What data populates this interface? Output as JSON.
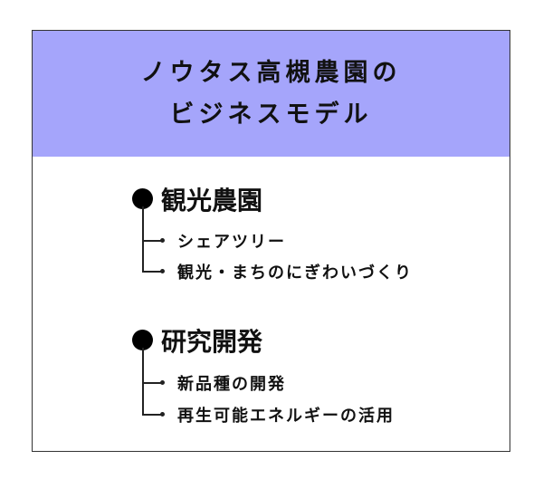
{
  "title_lines": [
    "ノウタス高槻農園の",
    "ビジネスモデル"
  ],
  "sections": [
    {
      "heading": "観光農園",
      "items": [
        "シェアツリー",
        "観光・まちのにぎわいづくり"
      ]
    },
    {
      "heading": "研究開発",
      "items": [
        "新品種の開発",
        "再生可能エネルギーの活用"
      ]
    }
  ],
  "colors": {
    "header_bg": "#a5a5fb"
  }
}
